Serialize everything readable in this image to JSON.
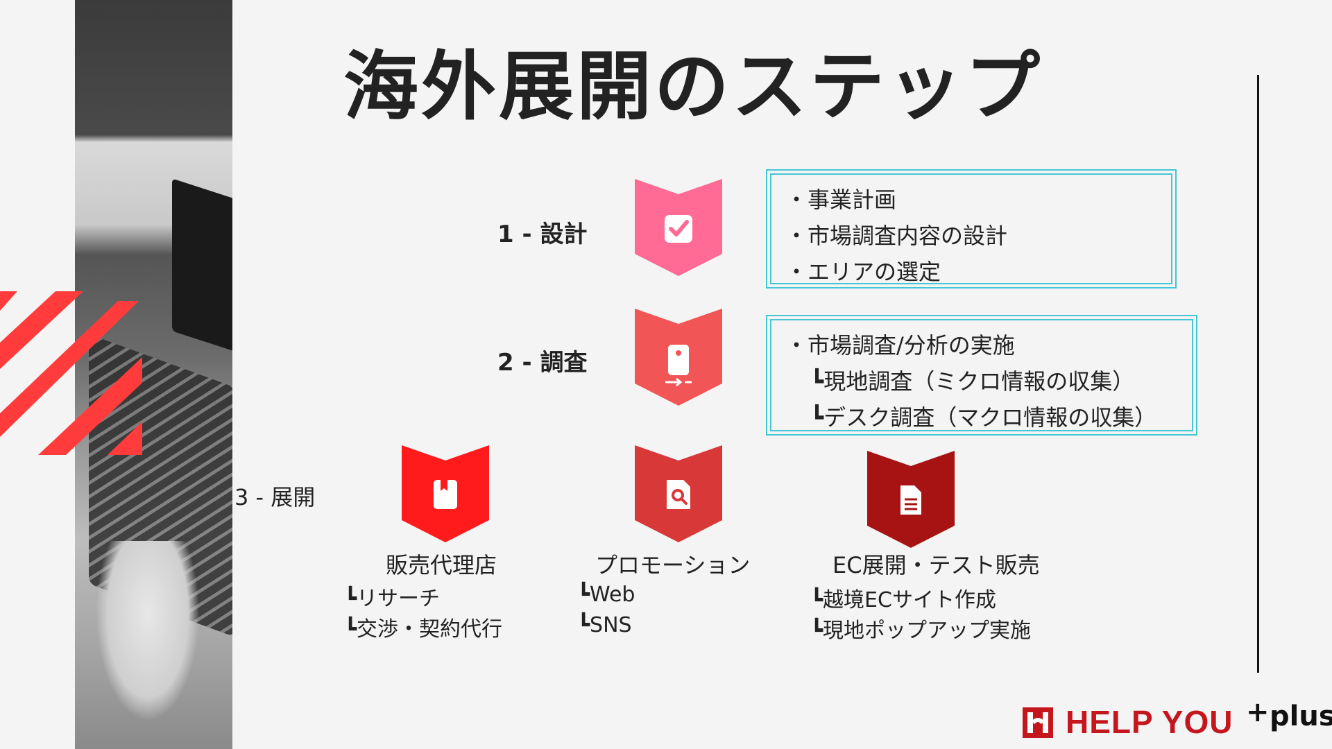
{
  "title": "海外展開のステップ",
  "steps": [
    {
      "label": "1 - 設計",
      "badge_color": "#ff6b94",
      "icon": "check-icon",
      "bullets": [
        "・事業計画",
        "・市場調査内容の設計",
        "・エリアの選定"
      ]
    },
    {
      "label": "2 - 調査",
      "badge_color": "#f25555",
      "icon": "phone-icon",
      "bullets": [
        "・市場調査/分析の実施",
        "┗現地調査（ミクロ情報の収集）",
        "┗デスク調査（マクロ情報の収集）"
      ]
    }
  ],
  "step3": {
    "label": "3 - 展開",
    "columns": [
      {
        "title": "販売代理店",
        "badge_color": "#ff1b1b",
        "icon": "book-icon",
        "items": [
          "┗リサーチ",
          "┗交渉・契約代行"
        ]
      },
      {
        "title": "プロモーション",
        "badge_color": "#d93838",
        "icon": "search-icon",
        "items": [
          "┗Web",
          "┗SNS"
        ]
      },
      {
        "title": "EC展開・テスト販売",
        "badge_color": "#a71313",
        "icon": "document-icon",
        "items": [
          "┗越境ECサイト作成",
          "┗現地ポップアップ実施"
        ]
      }
    ]
  },
  "logo": {
    "text": "HELP YOU",
    "plus_symbol": "+",
    "plus_word": "plus",
    "color": "#c4161c"
  }
}
